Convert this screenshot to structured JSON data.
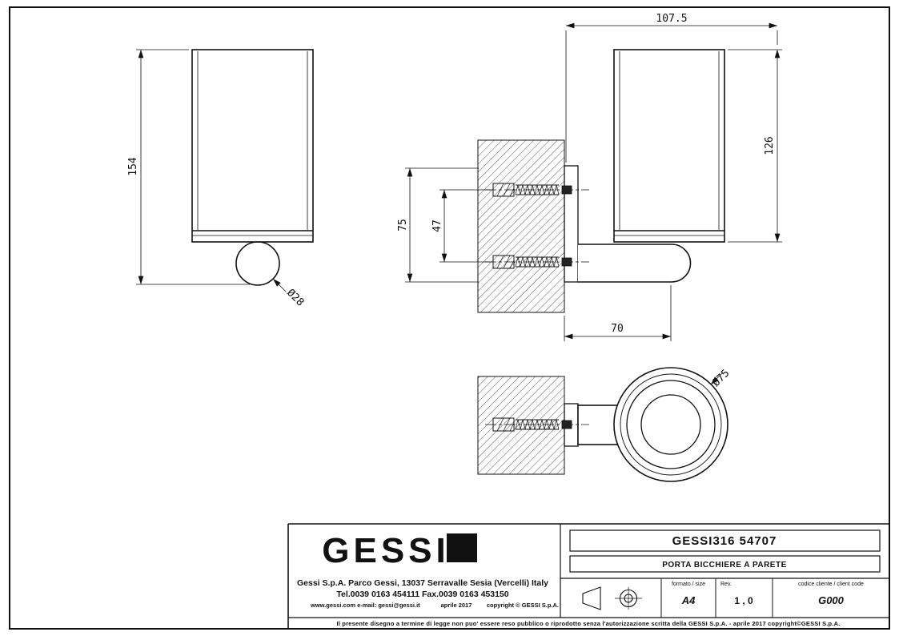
{
  "drawing": {
    "dims": {
      "front_height": "154",
      "knob_diameter": "Ø28",
      "total_depth": "107.5",
      "cup_height": "126",
      "plate_height": "75",
      "screw_spacing": "47",
      "arm_length": "70",
      "cup_diameter": "Ø75"
    }
  },
  "title_block": {
    "logo_text": "GESSI",
    "company_line1": "Gessi S.p.A. Parco Gessi, 13037 Serravalle Sesia (Vercelli) Italy",
    "company_line2": "Tel.0039 0163 454111 Fax.0039 0163 453150",
    "company_web": "www.gessi.com e-mail: gessi@gessi.it",
    "company_date": "aprile 2017",
    "company_copyright": "copyright © GESSI S.p.A.",
    "drawing_code": "GESSI316 54707",
    "drawing_title": "PORTA BICCHIERE A PARETE",
    "format_label": "formato / size",
    "format_value": "A4",
    "rev_label": "Rev.",
    "rev_value": "1 , 0",
    "client_code_label": "codice cliente / client code",
    "client_code_value": "G000",
    "legal_note": "Il presente disegno a termine di legge non puo' essere reso pubblico o riprodotto senza l'autorizzazione scritta della GESSI S.p.A. - aprile 2017 copyright©GESSI S.p.A."
  }
}
